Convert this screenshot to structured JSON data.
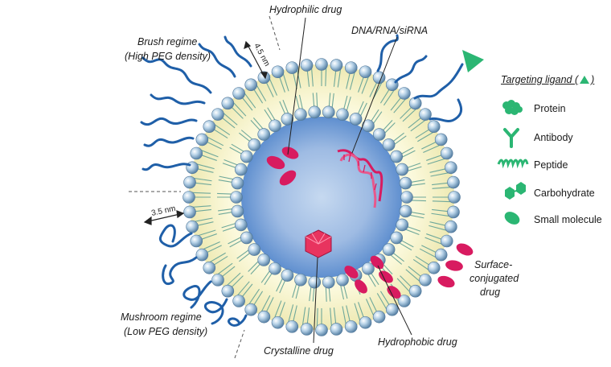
{
  "labels": {
    "hydrophilic_drug": "Hydrophilic drug",
    "dna_rna": "DNA/RNA/siRNA",
    "brush_regime_line1": "Brush regime",
    "brush_regime_line2": "(High PEG density)",
    "mushroom_regime_line1": "Mushroom regime",
    "mushroom_regime_line2": "(Low PEG density)",
    "surface_conjugated_line1": "Surface-",
    "surface_conjugated_line2": "conjugated",
    "surface_conjugated_line3": "drug",
    "hydrophobic_drug": "Hydrophobic drug",
    "crystalline_drug": "Crystalline drug",
    "dim_top": "4.5 nm",
    "dim_left": "3.5 nm"
  },
  "legend": {
    "title_before": "Targeting ligand (",
    "title_after": ")",
    "items": [
      {
        "label": "Protein",
        "icon": "protein-icon"
      },
      {
        "label": "Antibody",
        "icon": "antibody-icon"
      },
      {
        "label": "Peptide",
        "icon": "peptide-icon"
      },
      {
        "label": "Carbohydrate",
        "icon": "carbohydrate-icon"
      },
      {
        "label": "Small molecule",
        "icon": "small-molecule-icon"
      }
    ]
  },
  "colors": {
    "ligand_green": "#2bb673",
    "drug_pink": "#d81b60",
    "peg_blue": "#1f5fa8",
    "core_blue": "#8fb2e0",
    "bilayer_yellow": "#f3efbd",
    "headgroup": "#9ec3de"
  }
}
